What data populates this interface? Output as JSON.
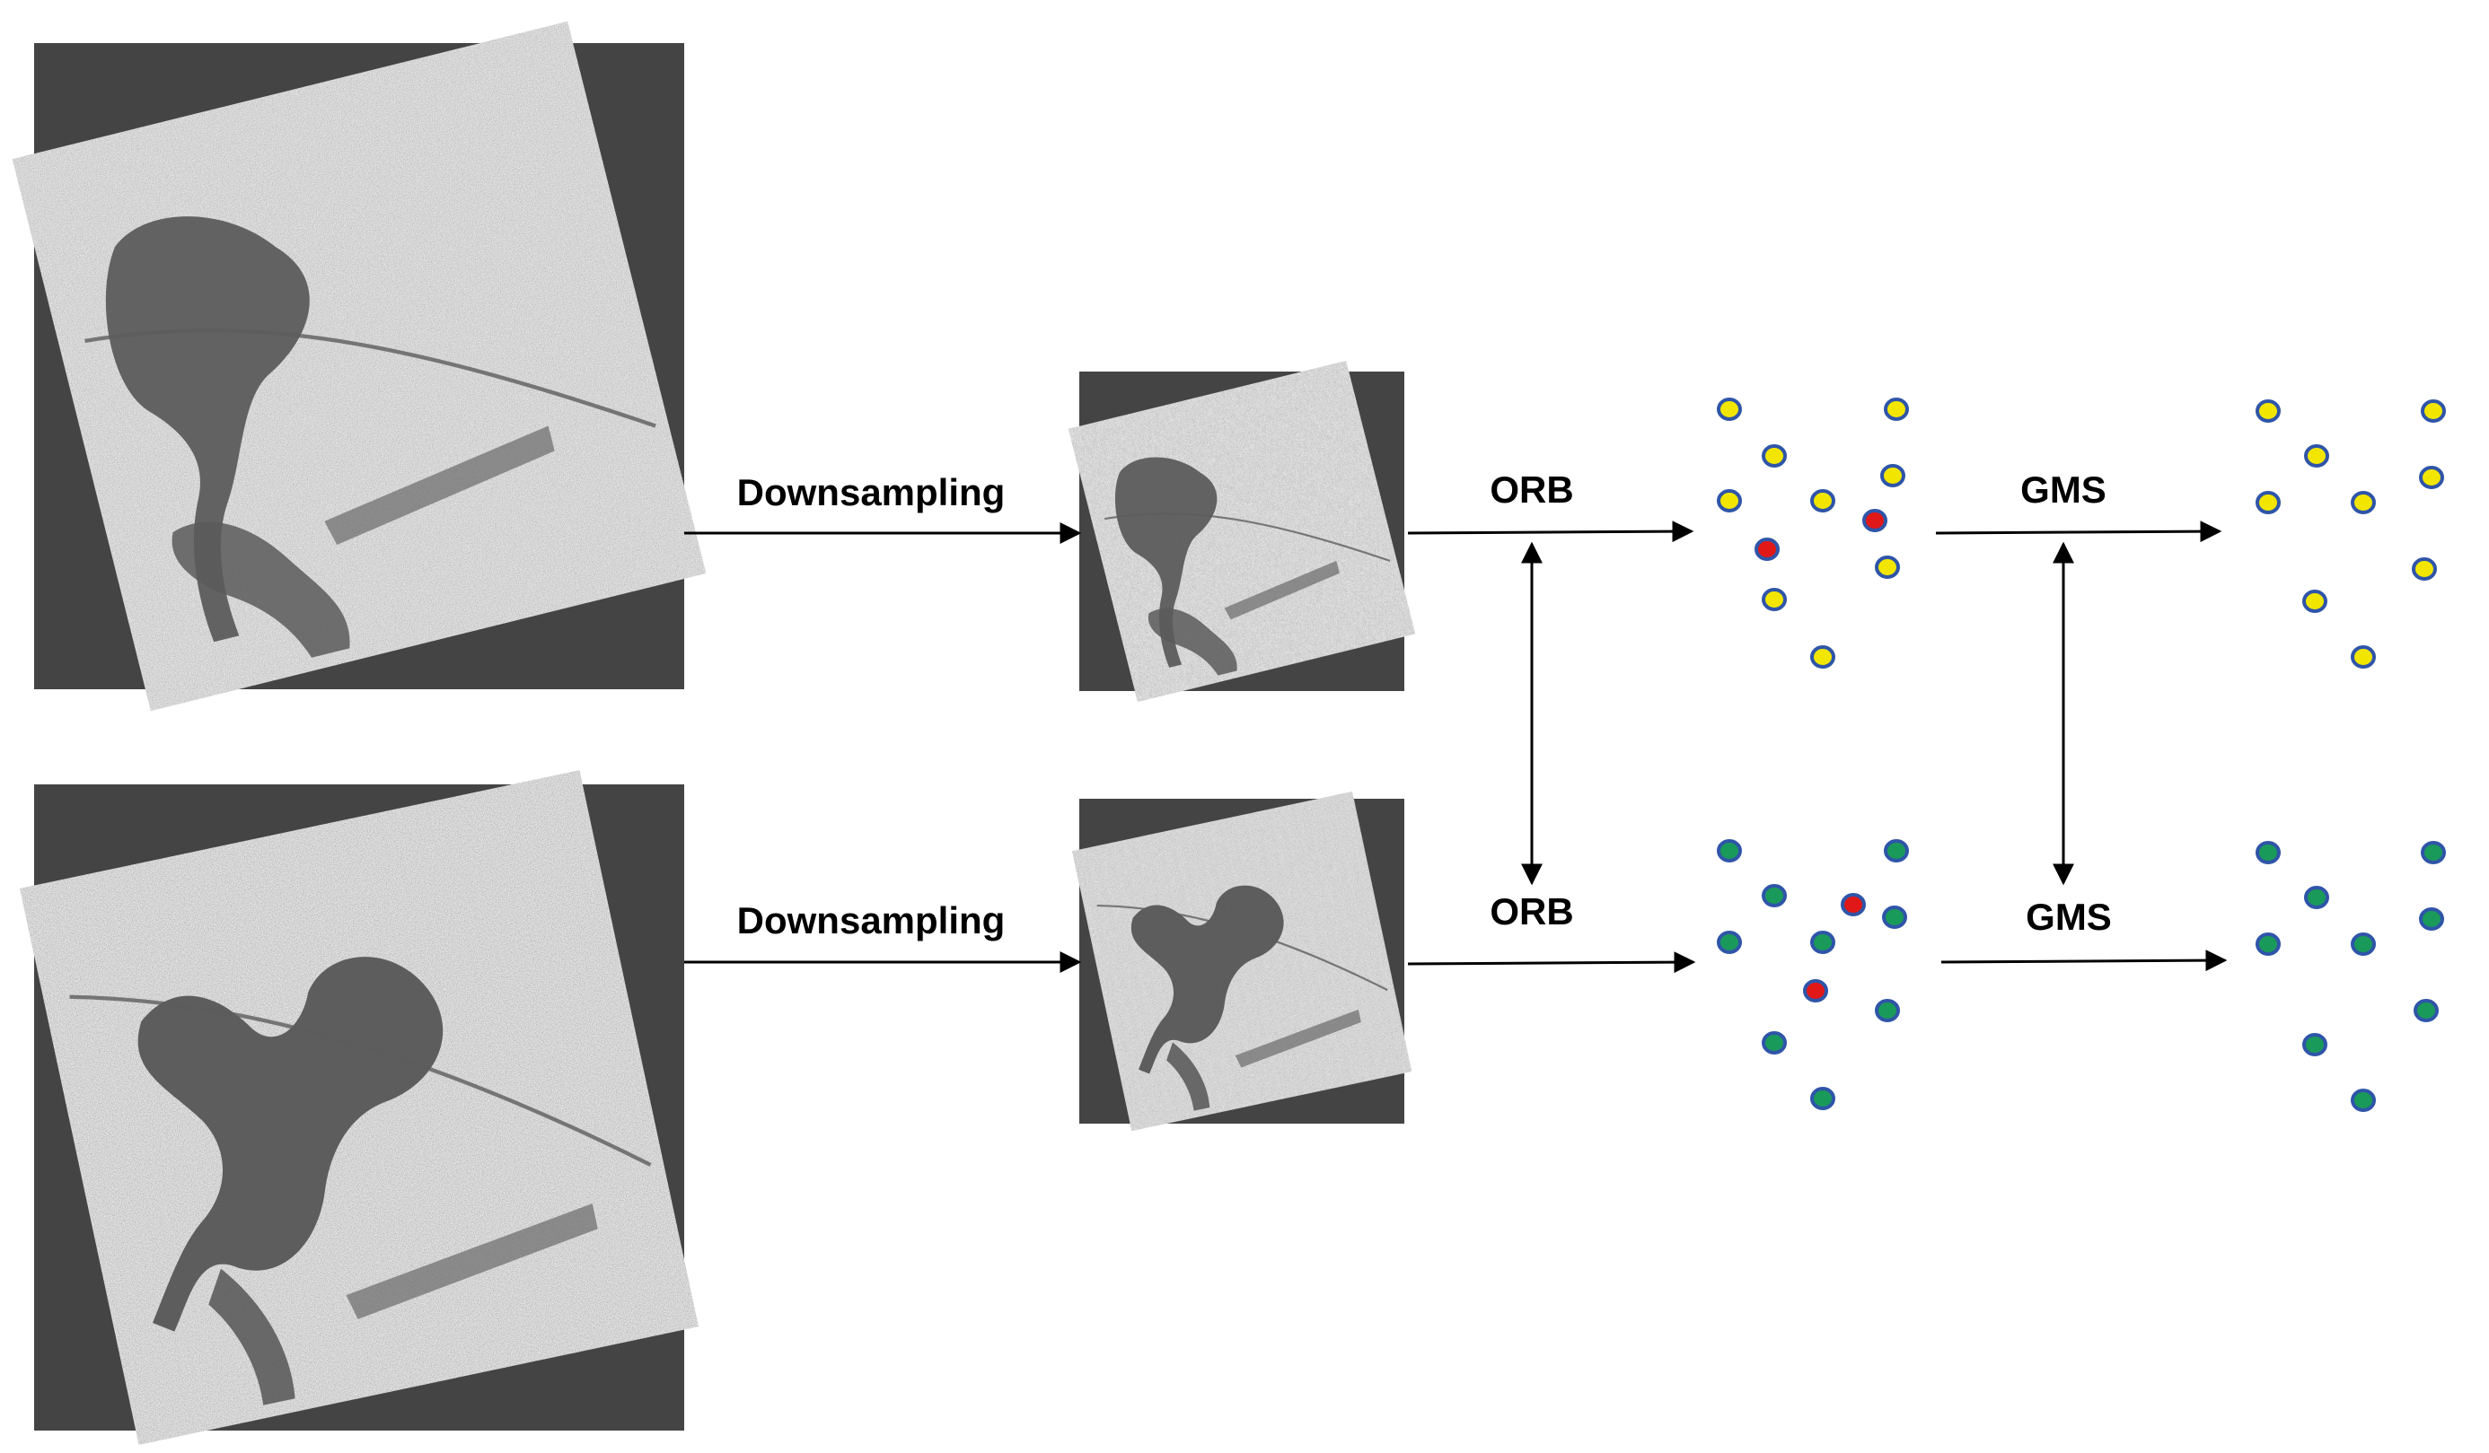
{
  "labels": {
    "downsampling_top": "Downsampling",
    "downsampling_bottom": "Downsampling",
    "orb_top": "ORB",
    "orb_bottom": "ORB",
    "gms_top": "GMS",
    "gms_bottom": "GMS"
  },
  "colors": {
    "image_background": "#444444",
    "arrow": "#000000",
    "keypoint_yellow_fill": "#f2e600",
    "keypoint_green_fill": "#1a9a5a",
    "keypoint_outlier_fill": "#e01818",
    "keypoint_stroke": "#2f55a8"
  },
  "keypoint_sets": {
    "top_all": {
      "total": 11,
      "outliers": 2,
      "color": "yellow"
    },
    "top_filtered": {
      "total": 9,
      "outliers": 0,
      "color": "yellow"
    },
    "bottom_all": {
      "total": 11,
      "outliers": 2,
      "color": "green"
    },
    "bottom_filtered": {
      "total": 9,
      "outliers": 0,
      "color": "green"
    }
  }
}
